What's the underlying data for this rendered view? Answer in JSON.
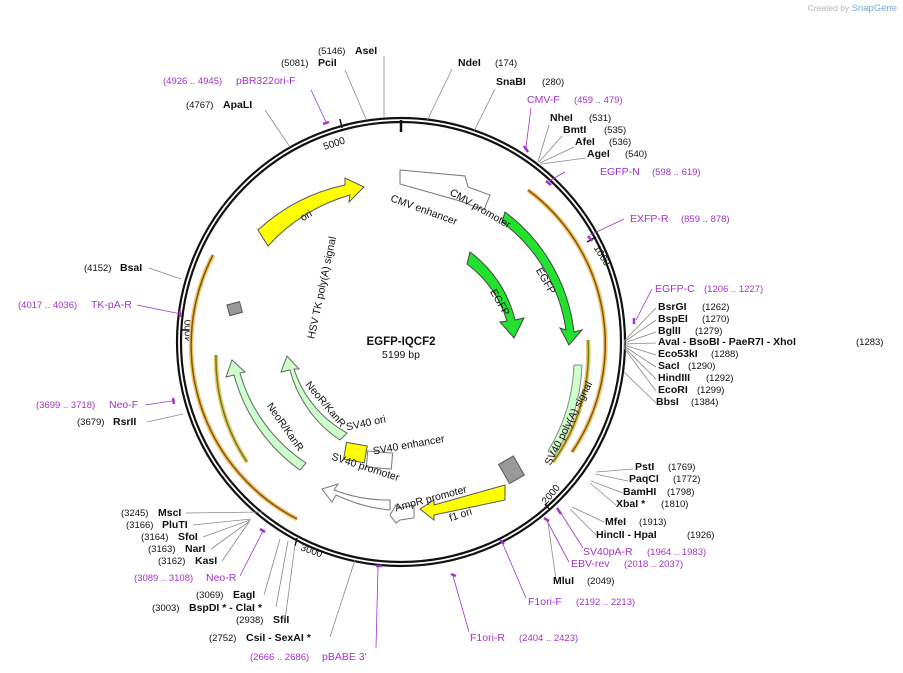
{
  "watermark": {
    "prefix": "Created by",
    "brand": "SnapGene"
  },
  "plasmid": {
    "name": "EGFP-IQCF2",
    "size": "5199 bp"
  },
  "ticks": [
    "1000",
    "2000",
    "3000",
    "4000",
    "5000"
  ],
  "features": {
    "cmv_enhancer": "CMV enhancer",
    "cmv_promoter": "CMV promoter",
    "egfp_outer": "EGFP",
    "egfp_inner": "EGFP",
    "sv40_polya": "SV40 poly(A) signal",
    "f1_ori": "f1 ori",
    "ampr_promoter": "AmpR promoter",
    "sv40_promoter": "SV40 promoter",
    "sv40_enhancer": "SV40 enhancer",
    "sv40_ori": "SV40 ori",
    "neor_outer": "NeoR/KanR",
    "neor_inner": "NeoR/KanR",
    "hsv_tk": "HSV TK poly(A) signal",
    "ori": "ori"
  },
  "enzymes": [
    {
      "name": "AseI",
      "pos": "(5146)"
    },
    {
      "name": "PciI",
      "pos": "(5081)"
    },
    {
      "name": "ApaLI",
      "pos": "(4767)"
    },
    {
      "name": "NdeI",
      "pos": "(174)"
    },
    {
      "name": "SnaBI",
      "pos": "(280)"
    },
    {
      "name": "NheI",
      "pos": "(531)"
    },
    {
      "name": "BmtI",
      "pos": "(535)"
    },
    {
      "name": "AfeI",
      "pos": "(536)"
    },
    {
      "name": "AgeI",
      "pos": "(540)"
    },
    {
      "name": "BsrGI",
      "pos": "(1262)"
    },
    {
      "name": "BspEI",
      "pos": "(1270)"
    },
    {
      "name": "BglII",
      "pos": "(1279)"
    },
    {
      "name": "AvaI - BsoBI - PaeR7I - XhoI",
      "pos": "(1283)"
    },
    {
      "name": "Eco53kI",
      "pos": "(1288)"
    },
    {
      "name": "SacI",
      "pos": "(1290)"
    },
    {
      "name": "HindIII",
      "pos": "(1292)"
    },
    {
      "name": "EcoRI",
      "pos": "(1299)"
    },
    {
      "name": "BbsI",
      "pos": "(1384)"
    },
    {
      "name": "PstI",
      "pos": "(1769)"
    },
    {
      "name": "PaqCI",
      "pos": "(1772)"
    },
    {
      "name": "BamHI",
      "pos": "(1798)"
    },
    {
      "name": "XbaI *",
      "pos": "(1810)"
    },
    {
      "name": "MfeI",
      "pos": "(1913)"
    },
    {
      "name": "HincII - HpaI",
      "pos": "(1926)"
    },
    {
      "name": "MluI",
      "pos": "(2049)"
    },
    {
      "name": "BsaI",
      "pos": "(4152)"
    },
    {
      "name": "RsrII",
      "pos": "(3679)"
    },
    {
      "name": "MscI",
      "pos": "(3245)"
    },
    {
      "name": "PluTI",
      "pos": "(3166)"
    },
    {
      "name": "SfoI",
      "pos": "(3164)"
    },
    {
      "name": "NarI",
      "pos": "(3163)"
    },
    {
      "name": "KasI",
      "pos": "(3162)"
    },
    {
      "name": "EagI",
      "pos": "(3069)"
    },
    {
      "name": "BspDI * - ClaI *",
      "pos": "(3003)"
    },
    {
      "name": "SfiI",
      "pos": "(2938)"
    },
    {
      "name": "CsiI - SexAI *",
      "pos": "(2752)"
    }
  ],
  "primers": [
    {
      "name": "pBR322ori-F",
      "pos": "(4926 .. 4945)"
    },
    {
      "name": "CMV-F",
      "pos": "(459 .. 479)"
    },
    {
      "name": "EGFP-N",
      "pos": "(598 .. 619)"
    },
    {
      "name": "EXFP-R",
      "pos": "(859 .. 878)"
    },
    {
      "name": "EGFP-C",
      "pos": "(1206 .. 1227)"
    },
    {
      "name": "TK-pA-R",
      "pos": "(4017 .. 4036)"
    },
    {
      "name": "Neo-F",
      "pos": "(3699 .. 3718)"
    },
    {
      "name": "SV40pA-R",
      "pos": "(1964 .. 1983)"
    },
    {
      "name": "EBV-rev",
      "pos": "(2018 .. 2037)"
    },
    {
      "name": "F1ori-F",
      "pos": "(2192 .. 2213)"
    },
    {
      "name": "F1ori-R",
      "pos": "(2404 .. 2423)"
    },
    {
      "name": "Neo-R",
      "pos": "(3089 .. 3108)"
    },
    {
      "name": "pBABE 3'",
      "pos": "(2666 .. 2686)"
    }
  ],
  "colors": {
    "backbone": "#111111",
    "green": "#22e22e",
    "yellow": "#ffff00",
    "lightgreen": "#ccffcc",
    "orf_orange": "#f5c070",
    "primer": "#a033cc",
    "grey": "#999999"
  }
}
